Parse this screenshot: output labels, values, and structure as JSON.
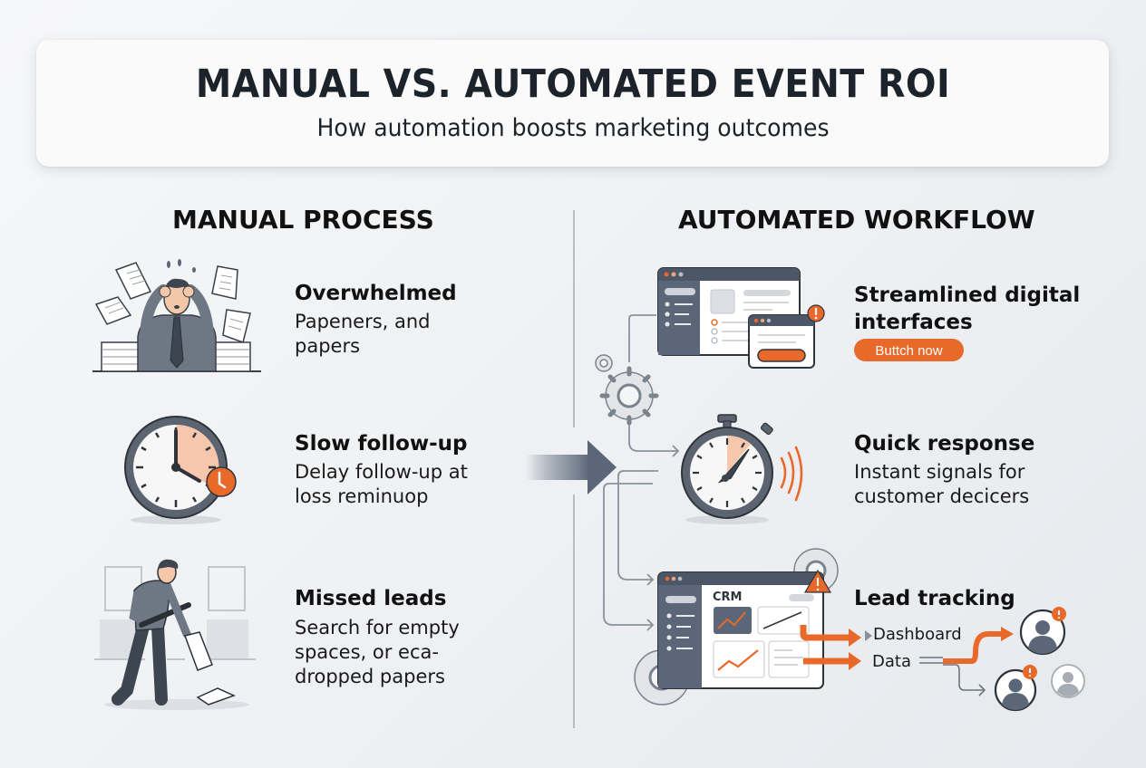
{
  "header": {
    "title": "MANUAL VS. AUTOMATED EVENT ROI",
    "subtitle": "How automation boosts marketing outcomes"
  },
  "manual": {
    "heading": "MANUAL PROCESS",
    "items": [
      {
        "title": "Overwhelmed",
        "description": "Papeners, and papers",
        "icon": "stressed-person-with-papers-icon"
      },
      {
        "title": "Slow follow-up",
        "description": "Delay follow-up at loss reminuop",
        "icon": "clock-delay-icon"
      },
      {
        "title": "Missed leads",
        "description": "Search for empty spaces, or eca-dropped papers",
        "icon": "person-dropping-papers-icon"
      }
    ]
  },
  "automated": {
    "heading": "AUTOMATED WORKFLOW",
    "items": [
      {
        "title": "Streamlined digital interfaces",
        "button_label": "Buttch now",
        "icon": "browser-window-icon"
      },
      {
        "title": "Quick response",
        "description": "Instant signals for customer decicers",
        "icon": "stopwatch-icon"
      },
      {
        "title": "Lead tracking",
        "icon": "crm-dashboard-icon",
        "crm_label": "CRM",
        "flow_labels": [
          "Dashboard",
          "Data"
        ]
      }
    ]
  },
  "colors": {
    "accent": "#e8692a",
    "slate": "#5b6778",
    "dark": "#1d232b",
    "background": "#eef0f3"
  }
}
